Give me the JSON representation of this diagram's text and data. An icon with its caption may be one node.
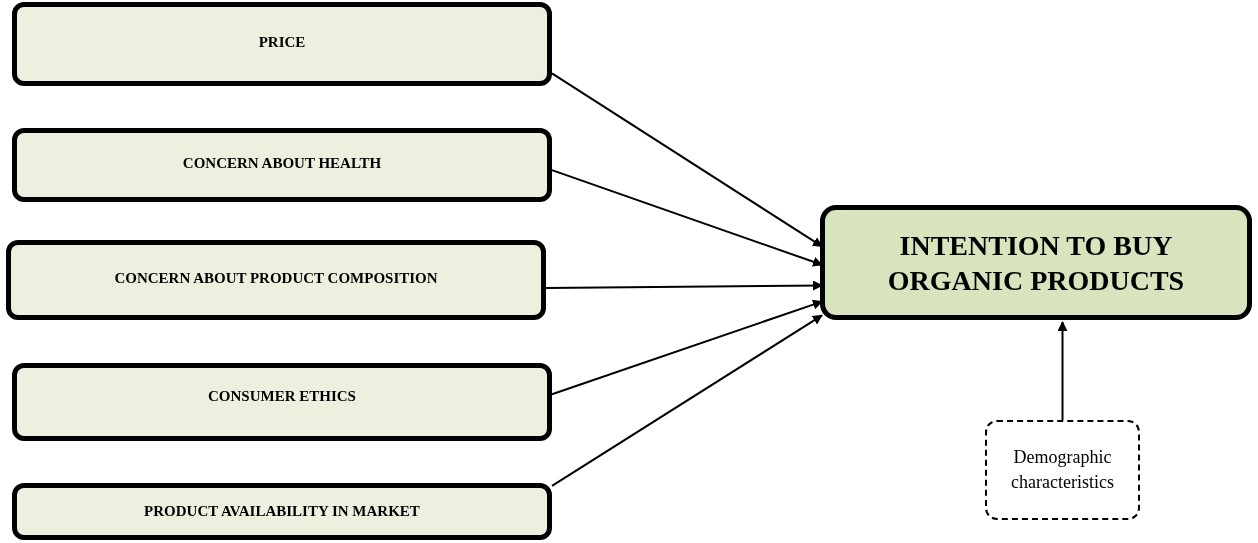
{
  "diagram": {
    "nodes": [
      {
        "text": [
          "PRICE"
        ]
      },
      {
        "text": [
          "CONCERN ABOUT HEALTH"
        ]
      },
      {
        "text": [
          "CONCERN ABOUT PRODUCT COMPOSITION"
        ]
      },
      {
        "text": [
          "CONSUMER ETHICS"
        ]
      },
      {
        "text": [
          "PRODUCT AVAILABILITY IN MARKET"
        ]
      },
      {
        "text": [
          "INTENTION TO BUY ORGANIC PRODUCTS"
        ]
      },
      {
        "text": [
          "Demographic characteristics"
        ]
      }
    ],
    "edges": [
      {
        "from": 0,
        "to": 5,
        "arrow": "to"
      },
      {
        "from": 1,
        "to": 5,
        "arrow": "to"
      },
      {
        "from": 2,
        "to": 5,
        "arrow": "to"
      },
      {
        "from": 3,
        "to": 5,
        "arrow": "to"
      },
      {
        "from": 4,
        "to": 5,
        "arrow": "to"
      },
      {
        "from": 6,
        "to": 5,
        "arrow": "to"
      }
    ]
  }
}
